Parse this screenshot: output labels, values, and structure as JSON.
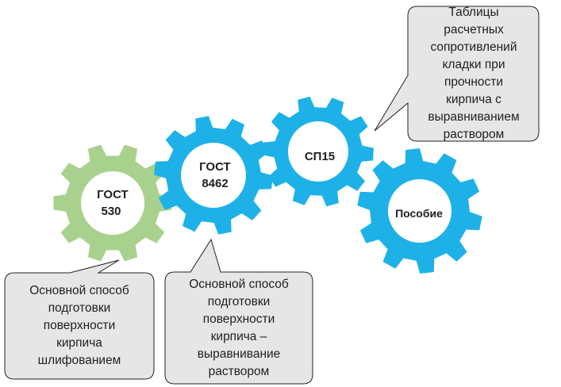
{
  "gears": [
    {
      "id": "gost530",
      "label_lines": [
        "ГОСТ",
        "530"
      ],
      "color": "#a9d18e"
    },
    {
      "id": "gost8462",
      "label_lines": [
        "ГОСТ",
        "8462"
      ],
      "color": "#1db1e8"
    },
    {
      "id": "sp15",
      "label_lines": [
        "СП15"
      ],
      "color": "#1db1e8"
    },
    {
      "id": "posobie",
      "label_lines": [
        "Пособие"
      ],
      "color": "#1db1e8"
    }
  ],
  "callouts": {
    "gost530": "Основной способ\nподготовки\nповерхности\nкирпича\nшлифованием",
    "gost8462": "Основной способ\nподготовки\nповерхности\nкирпича –\nвыравнивание\nраствором",
    "sp15": "Таблицы\nрасчетных\nсопротивлений\nкладки при\nпрочности\nкирпича с\nвыравниванием\nраствором"
  },
  "colors": {
    "callout_fill": "#e7e6e6",
    "callout_stroke": "#222222",
    "gear_hole": "#ffffff"
  }
}
